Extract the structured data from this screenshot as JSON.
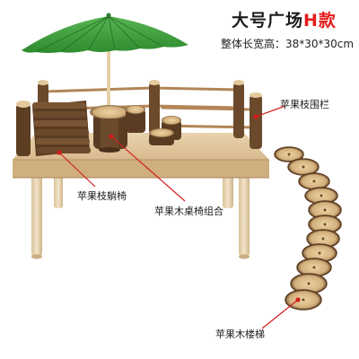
{
  "product": {
    "title_main": "大号广场",
    "title_suffix": "H款",
    "size_text": "整体长宽高：38*30*30cm"
  },
  "callouts": {
    "fence": "苹果枝围栏",
    "lounge_chair": "苹果枝躺椅",
    "table_set": "苹果木桌椅组合",
    "stairs": "苹果木楼梯"
  },
  "colors": {
    "title_suffix": "#e21b1b",
    "umbrella": "#3c9a3a",
    "plywood": "#dcc29a",
    "bark": "#5a3c22",
    "leader_line": "#d21f1f"
  }
}
